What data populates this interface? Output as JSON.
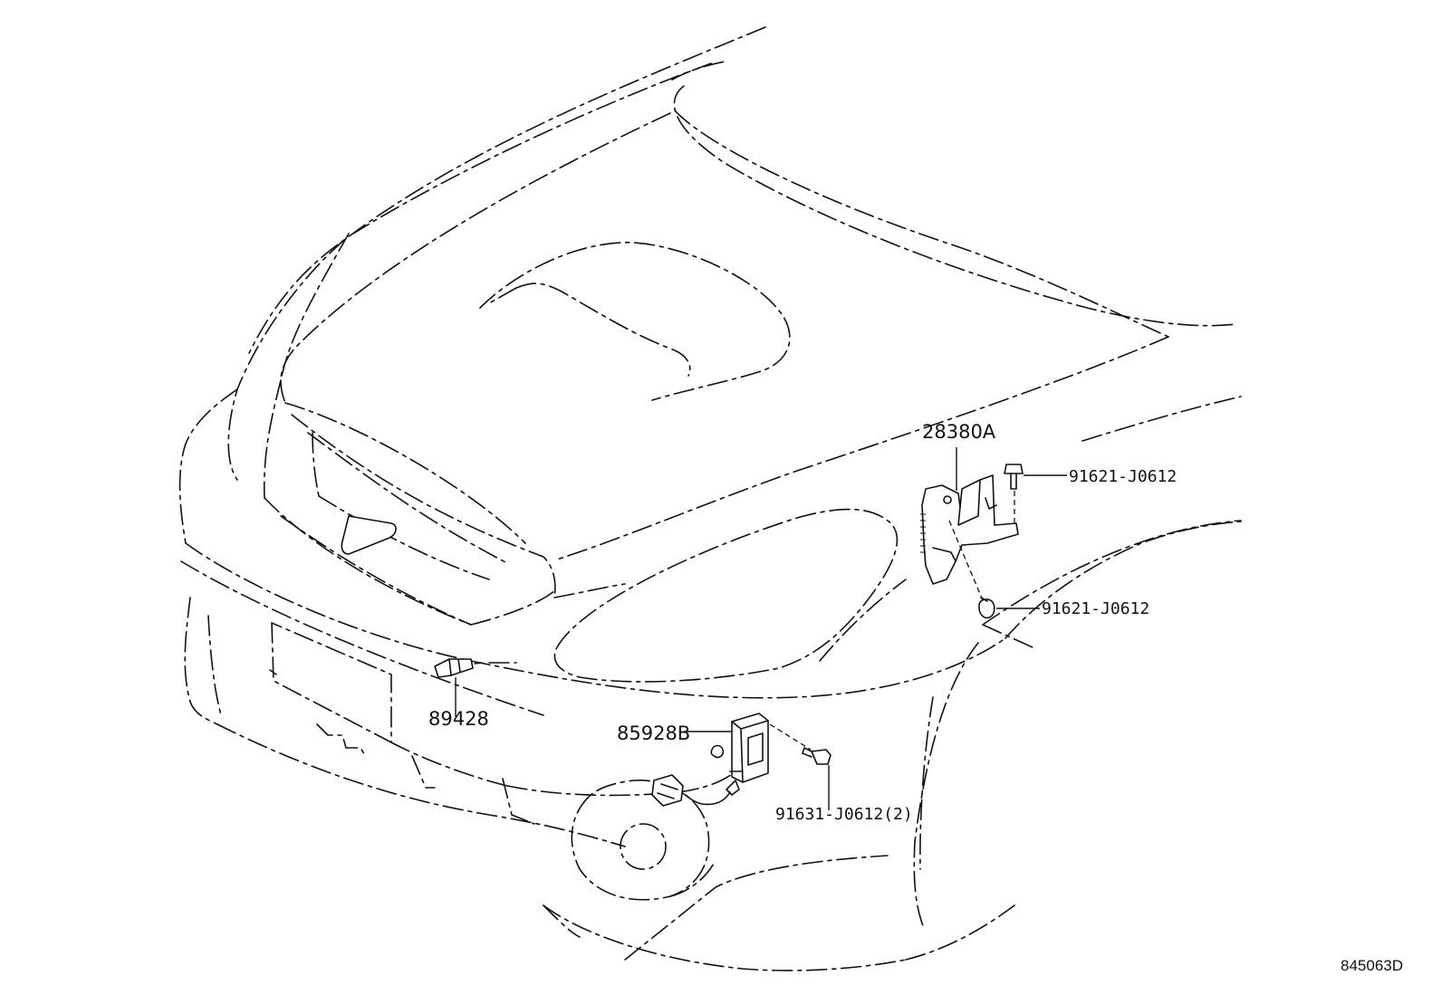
{
  "diagram": {
    "callouts": {
      "bracket": "28380A",
      "bolt_upper": "91621-J0612",
      "bolt_lower": "91621-J0612",
      "sensor_front": "89428",
      "sensor_box": "85928B",
      "bolt_sensor": "91631-J0612(2)"
    },
    "figure_code": "845063D"
  }
}
